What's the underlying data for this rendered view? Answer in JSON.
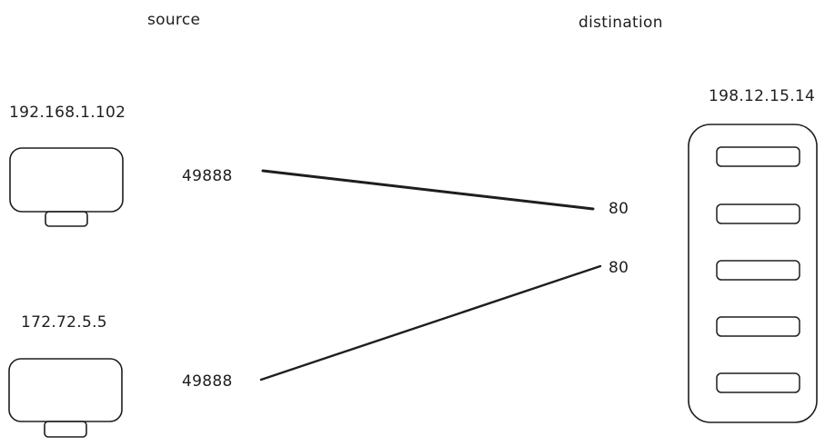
{
  "diagram": {
    "source_heading": "source",
    "destination_heading": "distination",
    "source_hosts": [
      {
        "ip": "192.168.1.102",
        "source_port": "49888"
      },
      {
        "ip": "172.72.5.5",
        "source_port": "49888"
      }
    ],
    "destination_host": {
      "ip": "198.12.15.14",
      "ports": [
        "80",
        "80"
      ]
    },
    "colors": {
      "stroke": "#1e1e1e",
      "background": "#ffffff"
    }
  }
}
